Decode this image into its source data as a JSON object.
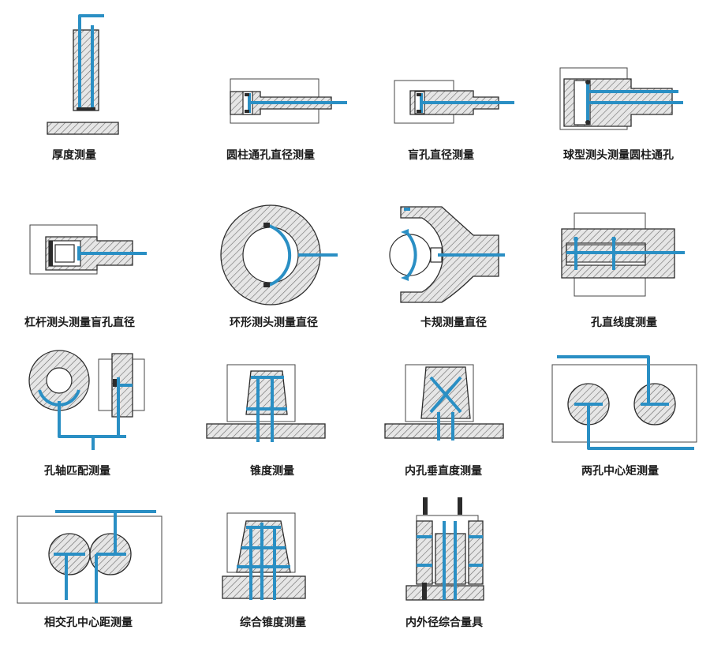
{
  "colors": {
    "air_channel": "#2a8fc4",
    "outline": "#2b2b2b",
    "hatch": "#555555",
    "background": "#ffffff"
  },
  "items": [
    {
      "label": "厚度测量"
    },
    {
      "label": "圆柱通孔直径测量"
    },
    {
      "label": "盲孔直径测量"
    },
    {
      "label": "球型测头测量圆柱通孔"
    },
    {
      "label": "杠杆测头测量盲孔直径"
    },
    {
      "label": "环形测头测量直径"
    },
    {
      "label": "卡规测量直径"
    },
    {
      "label": "孔直线度测量"
    },
    {
      "label": "孔轴匹配测量"
    },
    {
      "label": "锥度测量"
    },
    {
      "label": "内孔垂直度测量"
    },
    {
      "label": "两孔中心矩测量"
    },
    {
      "label": "相交孔中心距测量"
    },
    {
      "label": "综合锥度测量"
    },
    {
      "label": "内外径综合量具"
    }
  ]
}
